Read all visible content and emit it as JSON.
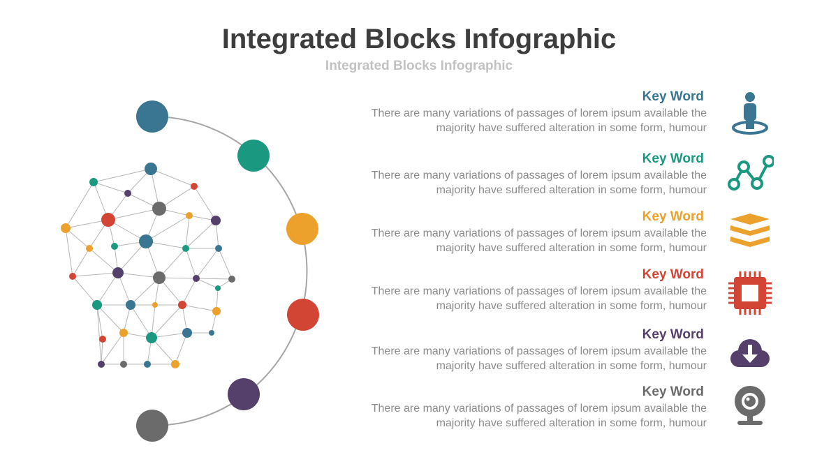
{
  "title": "Integrated Blocks Infographic",
  "subtitle": "Integrated Blocks Infographic",
  "items": [
    {
      "keyword": "Key Word",
      "line1": "There are many variations of passages of lorem ipsum available the",
      "line2": "majority have suffered alteration in some form, humour",
      "color": "#3a7591",
      "icon": "person-location-icon"
    },
    {
      "keyword": "Key Word",
      "line1": "There are many variations of passages of lorem ipsum available the",
      "line2": "majority have suffered alteration in some form, humour",
      "color": "#1b9980",
      "icon": "line-chart-icon"
    },
    {
      "keyword": "Key Word",
      "line1": "There are many variations of passages of lorem ipsum available the",
      "line2": "majority have suffered alteration in some form, humour",
      "color": "#eda12d",
      "icon": "layers-icon"
    },
    {
      "keyword": "Key Word",
      "line1": "There are many variations of passages of lorem ipsum available the",
      "line2": "majority have suffered alteration in some form, humour",
      "color": "#d24434",
      "icon": "cpu-chip-icon"
    },
    {
      "keyword": "Key Word",
      "line1": "There are many variations of passages of lorem ipsum available the",
      "line2": "majority have suffered alteration in some form, humour",
      "color": "#54406b",
      "icon": "cloud-download-icon"
    },
    {
      "keyword": "Key Word",
      "line1": "There are many variations of passages of lorem ipsum available the",
      "line2": "majority have suffered alteration in some form, humour",
      "color": "#6b6b6b",
      "icon": "webcam-icon"
    }
  ],
  "arc_line_color": "#a6a6a6",
  "network_line_color": "#b5b5b5",
  "text_color": "#8a8a8a",
  "title_color": "#3d3d3d",
  "subtitle_color": "#c2c2c2"
}
